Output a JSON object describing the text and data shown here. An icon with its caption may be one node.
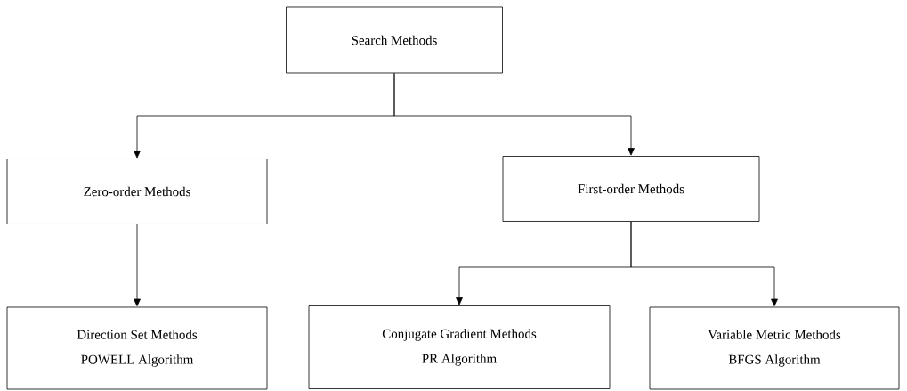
{
  "diagram": {
    "nodes": [
      {
        "text": [
          "Search Methods"
        ]
      },
      {
        "text": [
          "Zero-order Methods"
        ]
      },
      {
        "text": [
          "First-order Methods"
        ]
      },
      {
        "text": [
          "Direction Set Methods",
          "POWELL Algorithm"
        ]
      },
      {
        "text": [
          "Conjugate Gradient Methods",
          "PR Algorithm"
        ]
      },
      {
        "text": [
          "Variable Metric Methods",
          "BFGS Algorithm"
        ]
      }
    ],
    "edges": [
      {
        "from": 0,
        "to": 1,
        "arrow": "to"
      },
      {
        "from": 0,
        "to": 2,
        "arrow": "to"
      },
      {
        "from": 1,
        "to": 3,
        "arrow": "to"
      },
      {
        "from": 2,
        "to": 4,
        "arrow": "to"
      },
      {
        "from": 2,
        "to": 5,
        "arrow": "to"
      }
    ]
  }
}
